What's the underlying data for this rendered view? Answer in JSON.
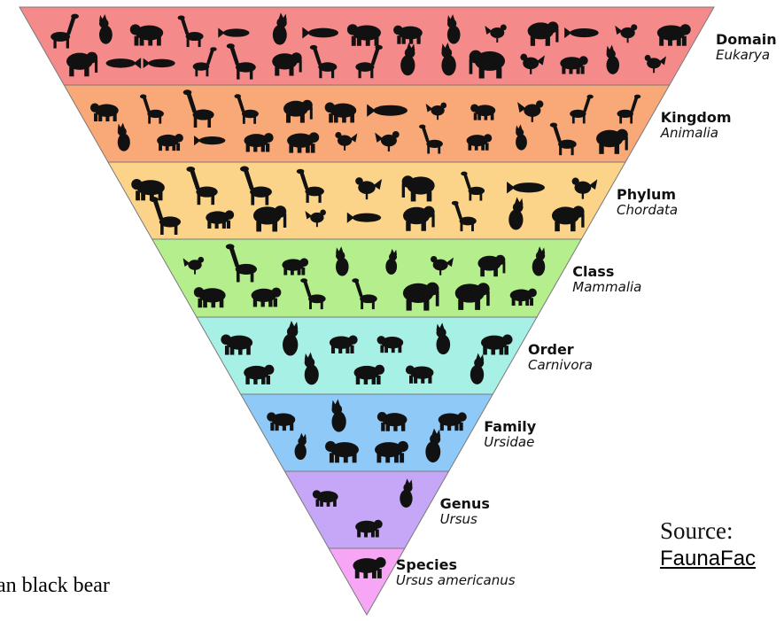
{
  "pyramid": {
    "levels": [
      {
        "rank": "Domain",
        "taxon": "Eukarya",
        "color": "#f58a8a",
        "animal_count": 30
      },
      {
        "rank": "Kingdom",
        "taxon": "Animalia",
        "color": "#f9a877",
        "animal_count": 24
      },
      {
        "rank": "Phylum",
        "taxon": "Chordata",
        "color": "#fbd48a",
        "animal_count": 18
      },
      {
        "rank": "Class",
        "taxon": "Mammalia",
        "color": "#b5ee8c",
        "animal_count": 15
      },
      {
        "rank": "Order",
        "taxon": "Carnivora",
        "color": "#a7f0e6",
        "animal_count": 11
      },
      {
        "rank": "Family",
        "taxon": "Ursidae",
        "color": "#8ec9f7",
        "animal_count": 8
      },
      {
        "rank": "Genus",
        "taxon": "Ursus",
        "color": "#c6a6f7",
        "animal_count": 3
      },
      {
        "rank": "Species",
        "taxon": "Ursus americanus",
        "color": "#f7a6f5",
        "animal_count": 1
      }
    ],
    "silhouette_color": "#111111",
    "border_color": "#7a7a7a"
  },
  "common_name": "erican black bear",
  "source": {
    "label": "Source:",
    "link_text": "FaunaFac"
  }
}
